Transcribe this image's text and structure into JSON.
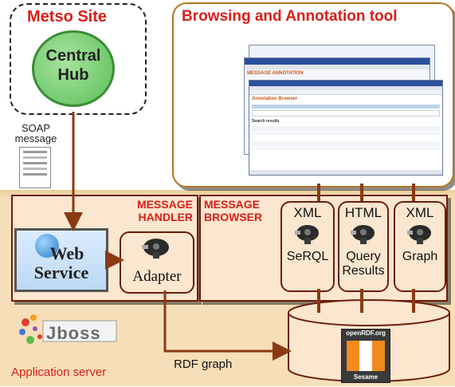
{
  "metso_site": {
    "title": "Metso Site",
    "hub_label": "Central Hub"
  },
  "soap": {
    "label": "SOAP message"
  },
  "browsing_tool": {
    "title": "Browsing and Annotation tool",
    "window_heading": "MESSAGE ANNOTATION",
    "browser_heading": "Annotation Browser",
    "search_label": "Search results"
  },
  "message_handler": {
    "title_line1": "MESSAGE",
    "title_line2": "HANDLER",
    "web_service_line1": "Web",
    "web_service_line2": "Service",
    "adapter": "Adapter"
  },
  "message_browser": {
    "title_line1": "MESSAGE",
    "title_line2": "BROWSER",
    "adapters": [
      {
        "top": "XML",
        "bottom_line1": "SeRQL",
        "bottom_line2": ""
      },
      {
        "top": "HTML",
        "bottom_line1": "Query",
        "bottom_line2": "Results"
      },
      {
        "top": "XML",
        "bottom_line1": "Graph",
        "bottom_line2": ""
      }
    ]
  },
  "app_server": {
    "label": "Application server",
    "logo_text": "Jboss"
  },
  "rdf": {
    "label": "RDF graph"
  },
  "sesame": {
    "top_text": "openRDF.org",
    "bottom_text": "Sesame"
  },
  "colors": {
    "accent_red": "#d91e18",
    "panel_fill": "#fbe6cf",
    "panel_border": "#6b1d0a",
    "hub_green": "#7fd17a",
    "arrow_brown": "#8a3a12",
    "box_border": "#c0761f"
  }
}
